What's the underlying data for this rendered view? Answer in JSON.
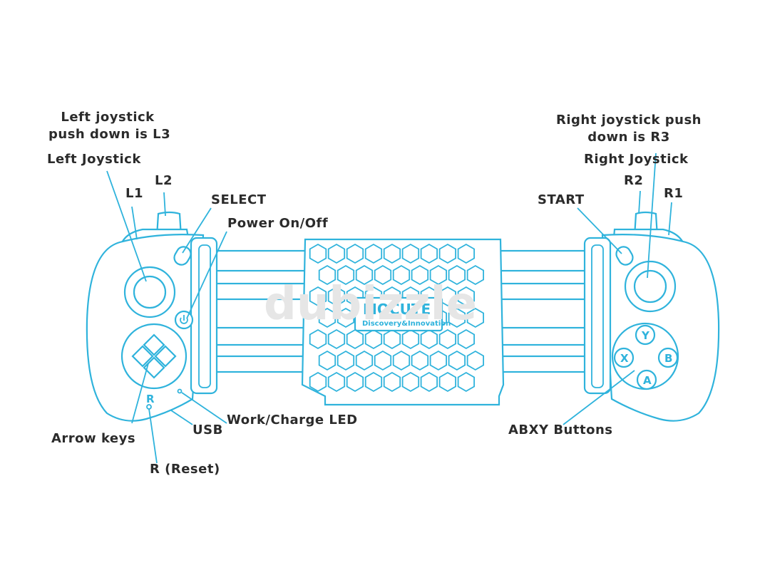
{
  "watermark": "dubizzle",
  "device": {
    "brand": "MOCUTE",
    "tagline": "Discovery&Innovation",
    "face_buttons": {
      "y": "Y",
      "b": "B",
      "x": "X",
      "a": "A"
    },
    "reset_mark": "R"
  },
  "labels": {
    "left_push_line1": "Left joystick",
    "left_push_line2": "push down is L3",
    "left_joystick": "Left Joystick",
    "l2": "L2",
    "l1": "L1",
    "select": "SELECT",
    "power": "Power On/Off",
    "arrow_keys": "Arrow keys",
    "usb": "USB",
    "work_charge_led": "Work/Charge  LED",
    "reset": "R  (Reset)",
    "right_push_line1": "Right joystick push",
    "right_push_line2": "down is R3",
    "right_joystick": "Right Joystick",
    "r2": "R2",
    "r1": "R1",
    "start": "START",
    "abxy": "ABXY Buttons"
  },
  "colors": {
    "outline": "#2fb3dc",
    "text": "#2b2b2b",
    "watermark": "#e6e6e6"
  }
}
